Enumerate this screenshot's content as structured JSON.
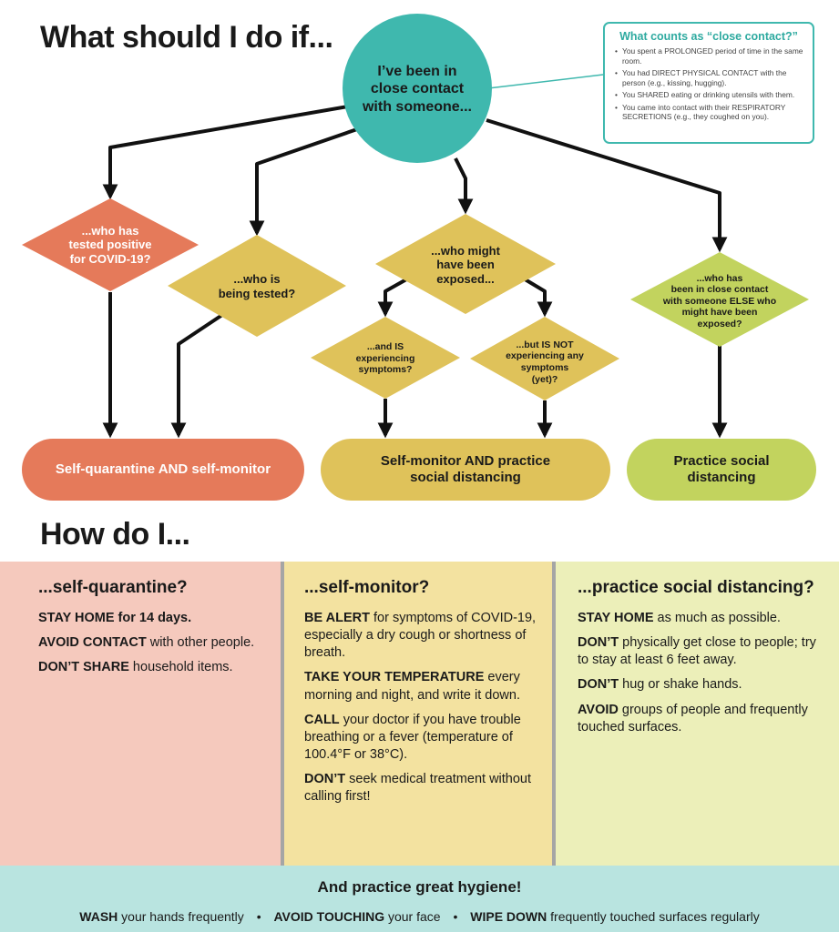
{
  "heading_top": "What should I do if...",
  "heading_bottom": "How do I...",
  "start_node": "I’ve been in\nclose contact\nwith someone...",
  "close_contact": {
    "title": "What counts as “close contact?”",
    "items": [
      "You spent a PROLONGED period of time in the same room.",
      "You had DIRECT PHYSICAL CONTACT with the person (e.g., kissing, hugging).",
      "You SHARED eating or drinking utensils with them.",
      "You came into contact with their RESPIRATORY SECRETIONS (e.g., they coughed on you)."
    ]
  },
  "questions": {
    "positive": "...who has\ntested positive\nfor COVID-19?",
    "tested": "...who is\nbeing tested?",
    "exposed": "...who might\nhave been\nexposed...",
    "symptoms": "...and IS\nexperiencing\nsymptoms?",
    "no_symptoms": "...but IS NOT\nexperiencing any\nsymptoms\n(yet)?",
    "someone_else": "...who has\nbeen in close contact\nwith someone ELSE who\nmight have been\nexposed?"
  },
  "outcomes": {
    "quarantine": "Self-quarantine AND self-monitor",
    "monitor": "Self-monitor AND practice\nsocial distancing",
    "distancing": "Practice social\ndistancing"
  },
  "colors": {
    "teal": "#3fb8ae",
    "salmon": "#e57a5a",
    "mustard": "#dfc25a",
    "green": "#c2d35e",
    "panel_pink": "#f5c9bd",
    "panel_yellow": "#f3e2a0",
    "panel_green": "#ecefb9",
    "hygiene_bg": "#b9e4e0"
  },
  "panels": [
    {
      "title": "...self-quarantine?",
      "items": [
        {
          "bold": "STAY HOME for 14 days.",
          "text": ""
        },
        {
          "bold": "AVOID CONTACT",
          "text": " with other people."
        },
        {
          "bold": "DON’T SHARE",
          "text": " household items."
        }
      ]
    },
    {
      "title": "...self-monitor?",
      "items": [
        {
          "bold": "BE ALERT",
          "text": " for symptoms of COVID-19, especially a dry cough or shortness of breath."
        },
        {
          "bold": "TAKE YOUR TEMPERATURE",
          "text": " every morning and night, and write it down."
        },
        {
          "bold": "CALL",
          "text": " your doctor if you have trouble breathing or a fever (temperature of 100.4°F or 38°C)."
        },
        {
          "bold": "DON’T",
          "text": " seek medical treatment without calling first!"
        }
      ]
    },
    {
      "title": "...practice social distancing?",
      "items": [
        {
          "bold": "STAY HOME",
          "text": " as much as possible."
        },
        {
          "bold": "DON’T",
          "text": " physically get close to people; try to stay at least 6 feet away."
        },
        {
          "bold": "DON’T",
          "text": " hug or shake hands."
        },
        {
          "bold": "AVOID",
          "text": " groups of people and frequently touched surfaces."
        }
      ]
    }
  ],
  "hygiene": {
    "title": "And practice great hygiene!",
    "items": [
      {
        "bold": "WASH",
        "text": " your hands frequently"
      },
      {
        "bold": "AVOID TOUCHING",
        "text": " your face"
      },
      {
        "bold": "WIPE DOWN",
        "text": " frequently touched surfaces regularly"
      }
    ]
  }
}
